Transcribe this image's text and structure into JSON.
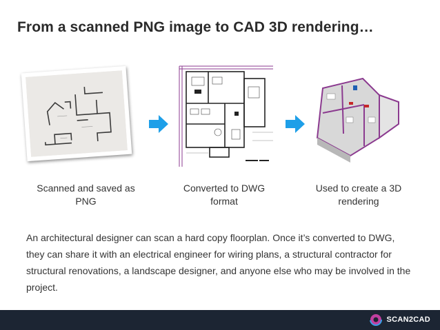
{
  "slide": {
    "title": "From a scanned PNG image to CAD 3D rendering…"
  },
  "steps": [
    {
      "caption": "Scanned and saved as PNG",
      "image": "scanned-floorplan-photo"
    },
    {
      "caption": "Converted to DWG format",
      "image": "dwg-floorplan-drawing"
    },
    {
      "caption": "Used to create a 3D rendering",
      "image": "3d-floorplan-rendering"
    }
  ],
  "arrows": [
    "arrow-right-icon",
    "arrow-right-icon"
  ],
  "description": "An architectural designer can scan a hard copy floorplan. Once it’s converted to DWG, they can share it with an electrical engineer for wiring plans, a structural contractor for structural renovations, a landscape designer, and anyone else who may be involved in the project.",
  "footer": {
    "brand": "SCAN2CAD",
    "logo_icon": "scan2cad-logo-icon"
  },
  "colors": {
    "arrow": "#1e9fe8",
    "footer_bg": "#1c2533",
    "wall_purple": "#8b3a8f"
  }
}
